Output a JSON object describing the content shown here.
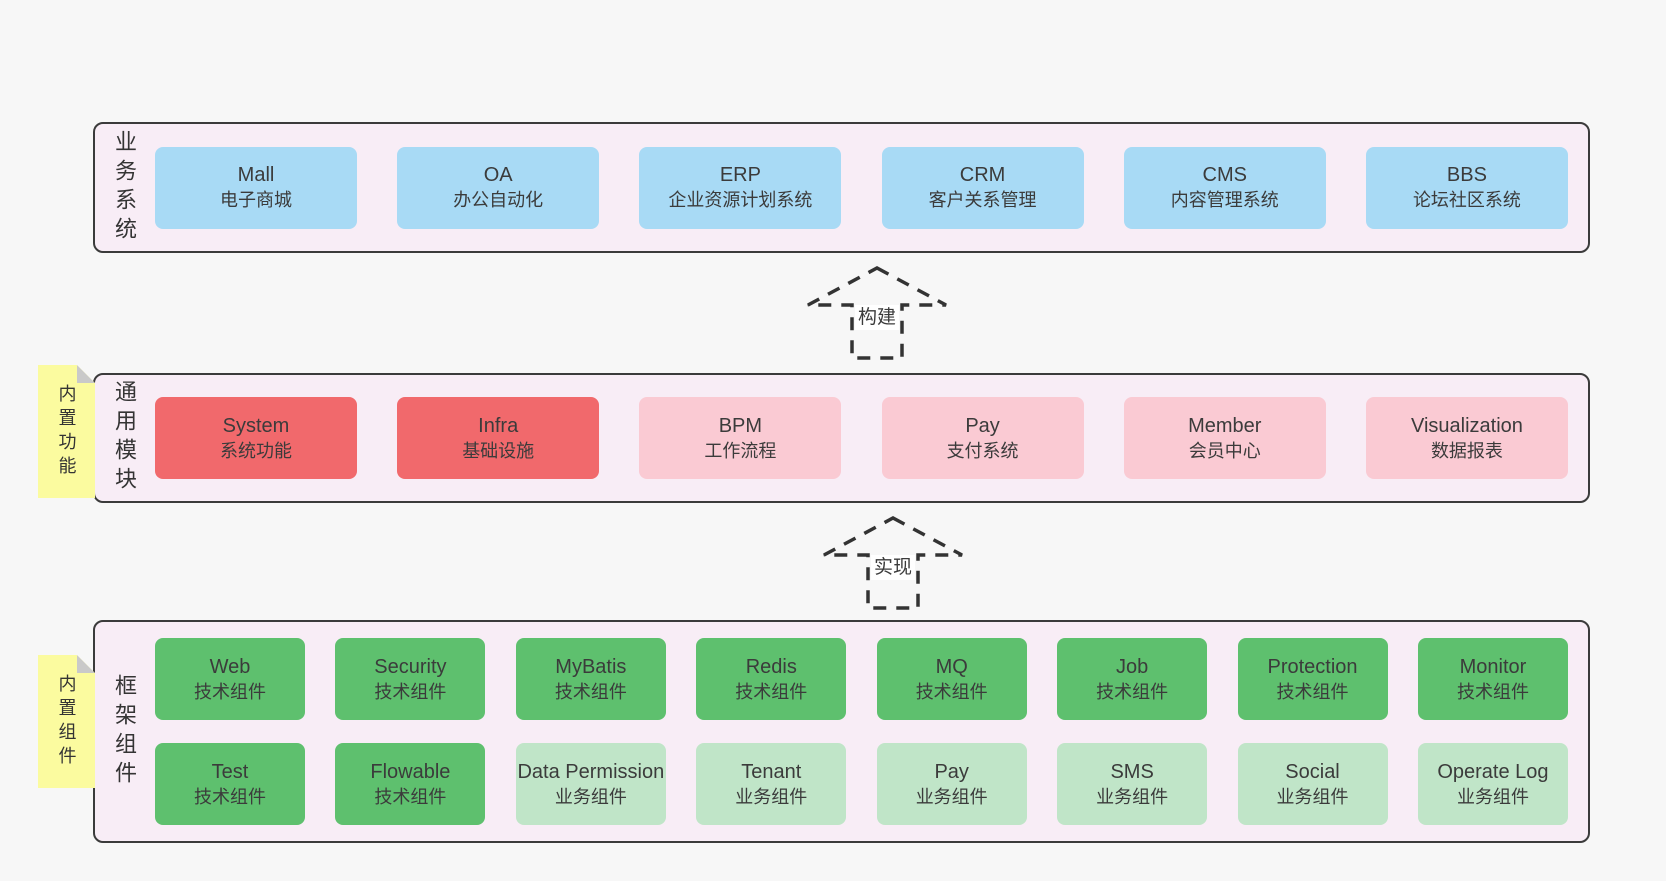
{
  "colors": {
    "page_bg": "#f7f7f7",
    "layer_bg": "#f8edf6",
    "layer_border": "#3b3b3b",
    "blue": "#a8daf5",
    "red": "#f1696c",
    "pink": "#facad3",
    "green_dark": "#5ec06e",
    "green_light": "#c0e5c8",
    "note_bg": "#fbfb9f",
    "note_fold": "#c9c9c9",
    "arrow": "#333333",
    "text": "#3b3b3b"
  },
  "arrows": [
    {
      "label": "构建"
    },
    {
      "label": "实现"
    }
  ],
  "layers": [
    {
      "id": "business-systems",
      "label": "业务系统",
      "note": null,
      "rows": [
        [
          {
            "title": "Mall",
            "subtitle": "电子商城",
            "color": "blue"
          },
          {
            "title": "OA",
            "subtitle": "办公自动化",
            "color": "blue"
          },
          {
            "title": "ERP",
            "subtitle": "企业资源计划系统",
            "color": "blue"
          },
          {
            "title": "CRM",
            "subtitle": "客户关系管理",
            "color": "blue"
          },
          {
            "title": "CMS",
            "subtitle": "内容管理系统",
            "color": "blue"
          },
          {
            "title": "BBS",
            "subtitle": "论坛社区系统",
            "color": "blue"
          }
        ]
      ]
    },
    {
      "id": "common-modules",
      "label": "通用模块",
      "note": "内置功能",
      "rows": [
        [
          {
            "title": "System",
            "subtitle": "系统功能",
            "color": "red"
          },
          {
            "title": "Infra",
            "subtitle": "基础设施",
            "color": "red"
          },
          {
            "title": "BPM",
            "subtitle": "工作流程",
            "color": "pink"
          },
          {
            "title": "Pay",
            "subtitle": "支付系统",
            "color": "pink"
          },
          {
            "title": "Member",
            "subtitle": "会员中心",
            "color": "pink"
          },
          {
            "title": "Visualization",
            "subtitle": "数据报表",
            "color": "pink"
          }
        ]
      ]
    },
    {
      "id": "framework-components",
      "label": "框架组件",
      "note": "内置组件",
      "rows": [
        [
          {
            "title": "Web",
            "subtitle": "技术组件",
            "color": "green_dark"
          },
          {
            "title": "Security",
            "subtitle": "技术组件",
            "color": "green_dark"
          },
          {
            "title": "MyBatis",
            "subtitle": "技术组件",
            "color": "green_dark"
          },
          {
            "title": "Redis",
            "subtitle": "技术组件",
            "color": "green_dark"
          },
          {
            "title": "MQ",
            "subtitle": "技术组件",
            "color": "green_dark"
          },
          {
            "title": "Job",
            "subtitle": "技术组件",
            "color": "green_dark"
          },
          {
            "title": "Protection",
            "subtitle": "技术组件",
            "color": "green_dark"
          },
          {
            "title": "Monitor",
            "subtitle": "技术组件",
            "color": "green_dark"
          }
        ],
        [
          {
            "title": "Test",
            "subtitle": "技术组件",
            "color": "green_dark"
          },
          {
            "title": "Flowable",
            "subtitle": "技术组件",
            "color": "green_dark"
          },
          {
            "title": "Data Permission",
            "subtitle": "业务组件",
            "color": "green_light"
          },
          {
            "title": "Tenant",
            "subtitle": "业务组件",
            "color": "green_light"
          },
          {
            "title": "Pay",
            "subtitle": "业务组件",
            "color": "green_light"
          },
          {
            "title": "SMS",
            "subtitle": "业务组件",
            "color": "green_light"
          },
          {
            "title": "Social",
            "subtitle": "业务组件",
            "color": "green_light"
          },
          {
            "title": "Operate Log",
            "subtitle": "业务组件",
            "color": "green_light"
          }
        ]
      ]
    }
  ]
}
